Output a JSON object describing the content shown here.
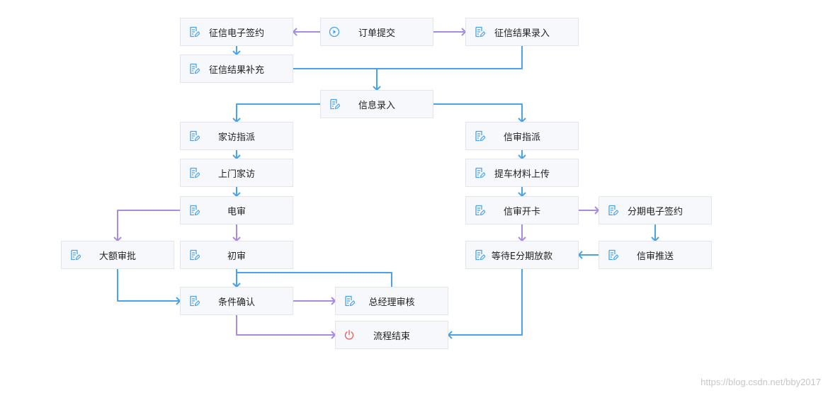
{
  "colors": {
    "blue": "#4aa3ea",
    "purple": "#a88ae0",
    "stop": "#e05a5a"
  },
  "nodes": {
    "credit_sign": {
      "label": "征信电子签约",
      "icon": "edit-icon"
    },
    "order_submit": {
      "label": "订单提交",
      "icon": "play-icon"
    },
    "credit_result": {
      "label": "征信结果录入",
      "icon": "edit-icon"
    },
    "credit_supplement": {
      "label": "征信结果补充",
      "icon": "edit-icon"
    },
    "info_entry": {
      "label": "信息录入",
      "icon": "edit-icon"
    },
    "home_visit_assign": {
      "label": "家访指派",
      "icon": "edit-icon"
    },
    "home_visit": {
      "label": "上门家访",
      "icon": "edit-icon"
    },
    "phone_review": {
      "label": "电审",
      "icon": "edit-icon"
    },
    "large_approval": {
      "label": "大额审批",
      "icon": "edit-icon"
    },
    "first_review": {
      "label": "初审",
      "icon": "edit-icon"
    },
    "condition_confirm": {
      "label": "条件确认",
      "icon": "edit-icon"
    },
    "gm_review": {
      "label": "总经理审核",
      "icon": "edit-icon"
    },
    "flow_end": {
      "label": "流程结束",
      "icon": "power-icon"
    },
    "credit_assign": {
      "label": "信审指派",
      "icon": "edit-icon"
    },
    "material_upload": {
      "label": "提车材料上传",
      "icon": "edit-icon"
    },
    "card_open": {
      "label": "信审开卡",
      "icon": "edit-icon"
    },
    "installment_sign": {
      "label": "分期电子签约",
      "icon": "edit-icon"
    },
    "credit_push": {
      "label": "信审推送",
      "icon": "edit-icon"
    },
    "wait_loan": {
      "label": "等待E分期放款",
      "icon": "edit-icon"
    }
  },
  "edges": [
    {
      "from": "order_submit",
      "to": "credit_sign",
      "color": "purple"
    },
    {
      "from": "order_submit",
      "to": "credit_result",
      "color": "purple"
    },
    {
      "from": "credit_sign",
      "to": "credit_supplement",
      "color": "blue"
    },
    {
      "from": "credit_result",
      "to": "info_entry",
      "color": "blue"
    },
    {
      "from": "credit_supplement",
      "to": "info_entry",
      "color": "blue"
    },
    {
      "from": "info_entry",
      "to": "home_visit_assign",
      "color": "blue"
    },
    {
      "from": "info_entry",
      "to": "credit_assign",
      "color": "blue"
    },
    {
      "from": "home_visit_assign",
      "to": "home_visit",
      "color": "blue"
    },
    {
      "from": "home_visit",
      "to": "phone_review",
      "color": "blue"
    },
    {
      "from": "phone_review",
      "to": "large_approval",
      "color": "purple"
    },
    {
      "from": "phone_review",
      "to": "first_review",
      "color": "purple"
    },
    {
      "from": "first_review",
      "to": "condition_confirm",
      "color": "blue"
    },
    {
      "from": "large_approval",
      "to": "condition_confirm",
      "color": "blue"
    },
    {
      "from": "condition_confirm",
      "to": "gm_review",
      "color": "purple"
    },
    {
      "from": "gm_review",
      "to": "condition_confirm",
      "color": "blue"
    },
    {
      "from": "condition_confirm",
      "to": "flow_end",
      "color": "purple"
    },
    {
      "from": "credit_assign",
      "to": "material_upload",
      "color": "blue"
    },
    {
      "from": "material_upload",
      "to": "card_open",
      "color": "blue"
    },
    {
      "from": "card_open",
      "to": "installment_sign",
      "color": "purple"
    },
    {
      "from": "card_open",
      "to": "wait_loan",
      "color": "purple"
    },
    {
      "from": "installment_sign",
      "to": "credit_push",
      "color": "blue"
    },
    {
      "from": "credit_push",
      "to": "wait_loan",
      "color": "blue"
    },
    {
      "from": "wait_loan",
      "to": "flow_end",
      "color": "blue"
    }
  ],
  "watermark": "https://blog.csdn.net/bby2017"
}
